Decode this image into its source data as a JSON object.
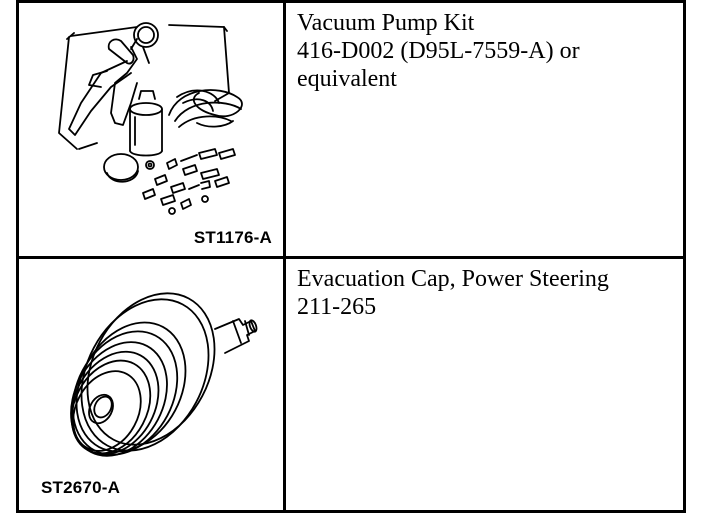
{
  "rows": [
    {
      "figure_label": "ST1176-A",
      "lines": [
        "Vacuum Pump Kit",
        "416-D002 (D95L-7559-A) or",
        "equivalent"
      ],
      "illustration_icon": "vacuum-pump-kit-illustration"
    },
    {
      "figure_label": "ST2670-A",
      "lines": [
        "Evacuation Cap, Power Steering",
        "211-265"
      ],
      "illustration_icon": "evacuation-cap-illustration"
    }
  ]
}
